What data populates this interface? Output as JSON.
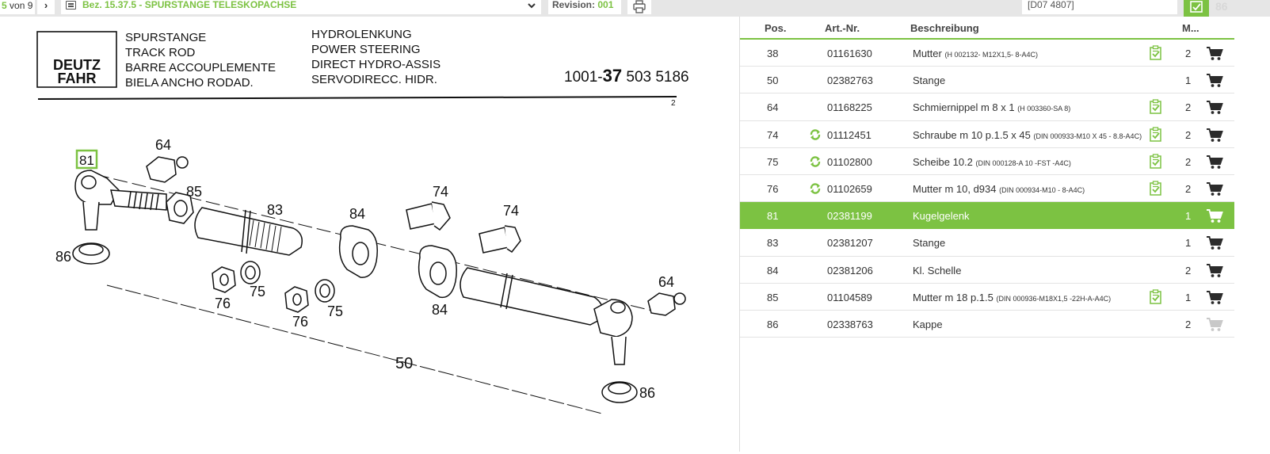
{
  "toolbar": {
    "page_current": "5",
    "page_of": "von 9",
    "next_symbol": "›",
    "document_title": "Bez. 15.37.5 - SPURSTANGE TELESKOPACHSE",
    "revision_label": "Revision:",
    "revision_value": "001",
    "search_value": "[D07 4807]",
    "right_badge": "86"
  },
  "drawing": {
    "brand": [
      "DEUTZ",
      "FAHR"
    ],
    "names_col1": [
      "SPURSTANGE",
      "TRACK ROD",
      "BARRE ACCOUPLEMENTE",
      "BIELA ANCHO RODAD."
    ],
    "names_col2": [
      "HYDROLENKUNG",
      "POWER STEERING",
      "DIRECT HYDRO-ASSIS",
      "SERVODIRECC. HIDR."
    ],
    "part_number_prefix": "1001-",
    "part_number_bold": "37",
    "part_number_rest": " 503 5186",
    "sheet_number": "2",
    "callouts": {
      "c64a": "64",
      "c81": "81",
      "c85": "85",
      "c83": "83",
      "c84a": "84",
      "c74a": "74",
      "c74b": "74",
      "c86a": "86",
      "c76a": "76",
      "c75a": "75",
      "c76b": "76",
      "c75b": "75",
      "c84b": "84",
      "c64b": "64",
      "c50": "50",
      "c86b": "86"
    }
  },
  "parts": {
    "headers": {
      "pos": "Pos.",
      "art": "Art.-Nr.",
      "desc": "Beschreibung",
      "qty": "M..."
    },
    "colors": {
      "accent": "#7cc242",
      "icon_gray": "#2b2b2b",
      "cart_disabled": "#c8c8c8"
    },
    "rows": [
      {
        "pos": "38",
        "art": "01161630",
        "desc": "Mutter",
        "spec": "(H 002132- M12X1,5- 8-A4C)",
        "qty": "2",
        "replaced": false,
        "note": true,
        "selected": false,
        "cart_enabled": true
      },
      {
        "pos": "50",
        "art": "02382763",
        "desc": "Stange",
        "spec": "",
        "qty": "1",
        "replaced": false,
        "note": false,
        "selected": false,
        "cart_enabled": true
      },
      {
        "pos": "64",
        "art": "01168225",
        "desc": "Schmiernippel m 8 x 1",
        "spec": "(H 003360-SA 8)",
        "qty": "2",
        "replaced": false,
        "note": true,
        "selected": false,
        "cart_enabled": true
      },
      {
        "pos": "74",
        "art": "01112451",
        "desc": "Schraube m 10 p.1.5 x 45",
        "spec": "(DIN 000933-M10 X 45 - 8.8-A4C)",
        "qty": "2",
        "replaced": true,
        "note": true,
        "selected": false,
        "cart_enabled": true
      },
      {
        "pos": "75",
        "art": "01102800",
        "desc": "Scheibe 10.2",
        "spec": "(DIN 000128-A 10 -FST -A4C)",
        "qty": "2",
        "replaced": true,
        "note": true,
        "selected": false,
        "cart_enabled": true
      },
      {
        "pos": "76",
        "art": "01102659",
        "desc": "Mutter m 10, d934",
        "spec": "(DIN 000934-M10 - 8-A4C)",
        "qty": "2",
        "replaced": true,
        "note": true,
        "selected": false,
        "cart_enabled": true
      },
      {
        "pos": "81",
        "art": "02381199",
        "desc": "Kugelgelenk",
        "spec": "",
        "qty": "1",
        "replaced": false,
        "note": false,
        "selected": true,
        "cart_enabled": true
      },
      {
        "pos": "83",
        "art": "02381207",
        "desc": "Stange",
        "spec": "",
        "qty": "1",
        "replaced": false,
        "note": false,
        "selected": false,
        "cart_enabled": true
      },
      {
        "pos": "84",
        "art": "02381206",
        "desc": "Kl. Schelle",
        "spec": "",
        "qty": "2",
        "replaced": false,
        "note": false,
        "selected": false,
        "cart_enabled": true
      },
      {
        "pos": "85",
        "art": "01104589",
        "desc": "Mutter m 18 p.1.5",
        "spec": "(DIN 000936-M18X1,5 -22H-A-A4C)",
        "qty": "1",
        "replaced": false,
        "note": true,
        "selected": false,
        "cart_enabled": true
      },
      {
        "pos": "86",
        "art": "02338763",
        "desc": "Kappe",
        "spec": "",
        "qty": "2",
        "replaced": false,
        "note": false,
        "selected": false,
        "cart_enabled": false
      }
    ]
  }
}
